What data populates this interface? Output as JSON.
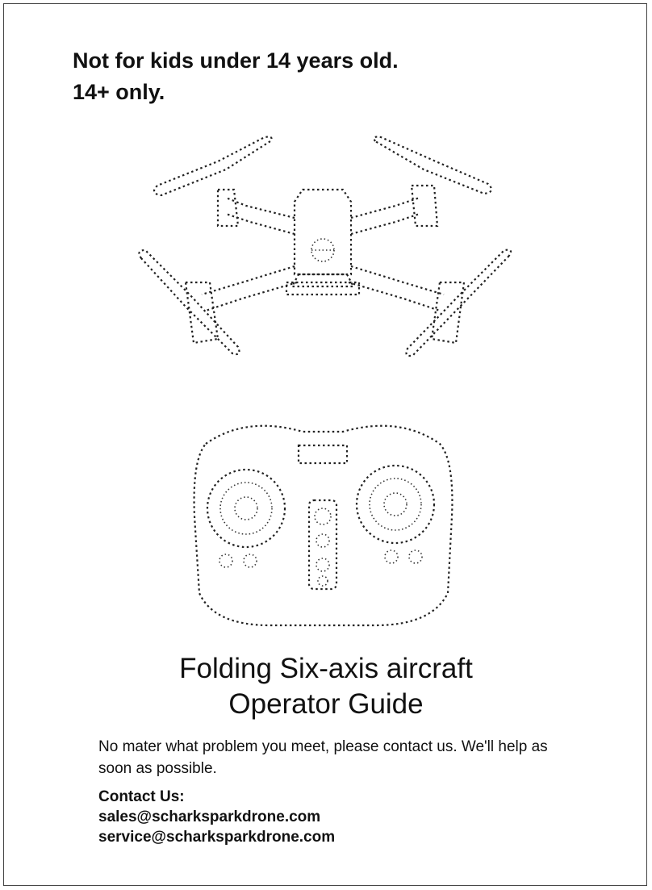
{
  "warning": {
    "line1": "Not for kids under 14 years old.",
    "line2": "14+ only."
  },
  "title": {
    "line1": "Folding Six-axis aircraft",
    "line2": "Operator Guide"
  },
  "help_text": "No mater what problem you meet, please contact us. We'll help as soon as possible.",
  "contact": {
    "heading": "Contact Us:",
    "email_sales": "sales@scharksparkdrone.com",
    "email_service": "service@scharksparkdrone.com"
  },
  "colors": {
    "text": "#111111",
    "border": "#444444",
    "background": "#ffffff"
  },
  "illustrations": {
    "drone": "folding-quadcopter-line-drawing",
    "controller": "remote-controller-line-drawing"
  }
}
